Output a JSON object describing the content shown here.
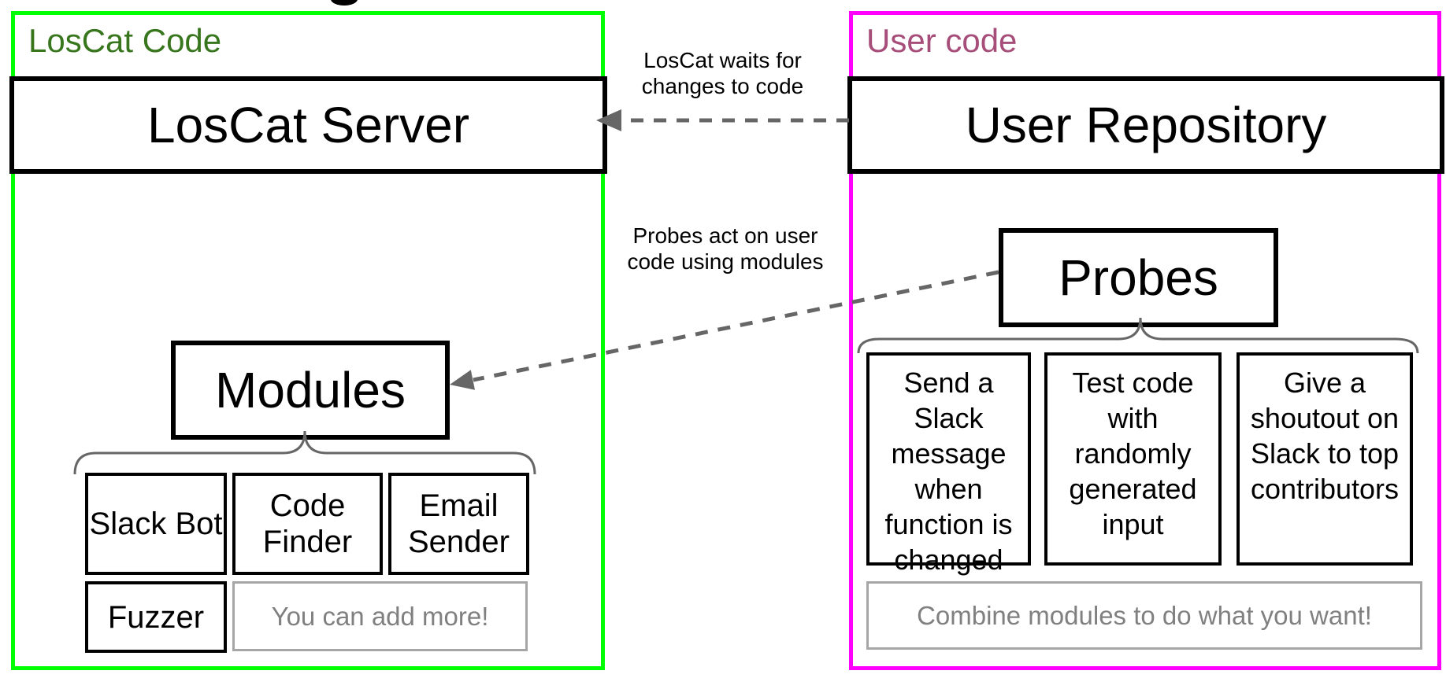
{
  "diagram": {
    "left": {
      "label": "LosCat Code",
      "server": "LosCat Server",
      "modules_title": "Modules",
      "modules": [
        "Slack Bot",
        "Code Finder",
        "Email Sender",
        "Fuzzer"
      ],
      "add_more": "You can add more!"
    },
    "right": {
      "label": "User code",
      "repository": "User Repository",
      "probes_title": "Probes",
      "probes": [
        "Send a Slack message when function is changed",
        "Test code with randomly generated input",
        "Give a shoutout on Slack to top contributors"
      ],
      "combine": "Combine modules to do what you want!"
    },
    "annotations": {
      "waits": "LosCat waits for changes to code",
      "acts": "Probes act on user code using modules"
    },
    "colors": {
      "left_border": "#00ff00",
      "left_label": "#38761d",
      "right_border": "#ff00ff",
      "right_label": "#a64d79",
      "arrow": "#666666",
      "muted_border": "#a6a6a6",
      "muted_text": "#808080"
    }
  }
}
